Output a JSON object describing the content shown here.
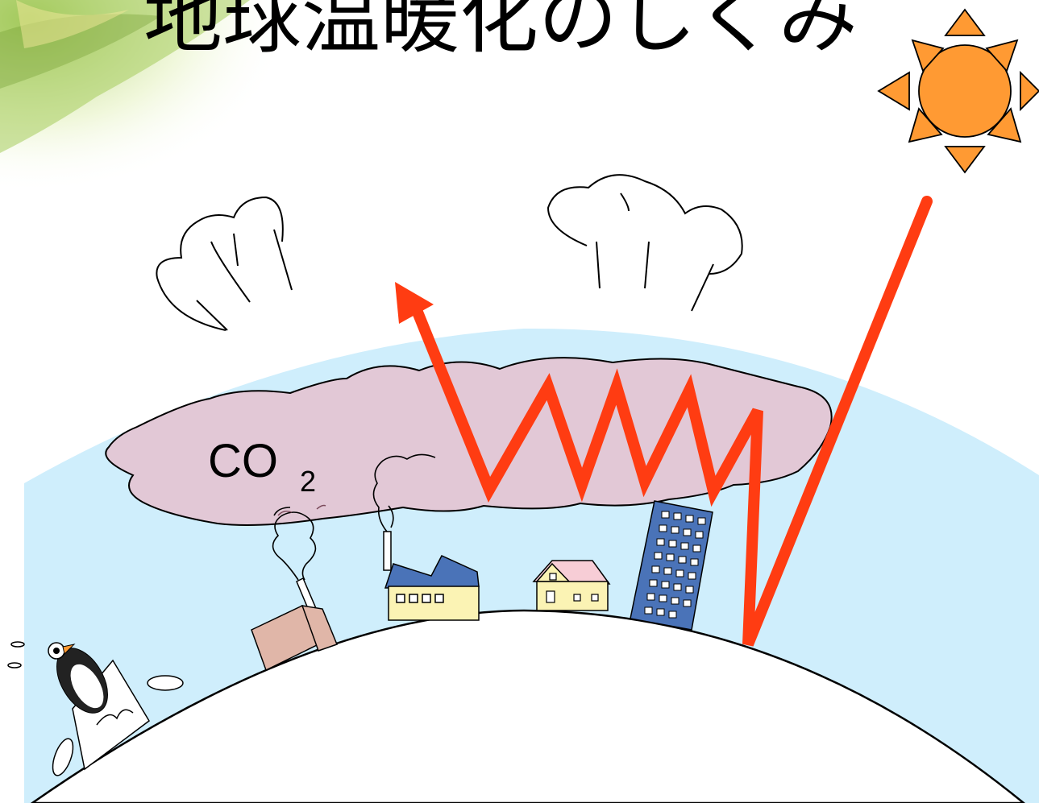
{
  "slide": {
    "title": "地球温暖化のしくみ"
  },
  "labels": {
    "co2_main": "CO",
    "co2_subscript": "2"
  },
  "colors": {
    "sky_band": "#cfeefc",
    "co2_cloud": "#e2c8d6",
    "heat_arrow": "#ff3c12",
    "sun": "#ff9a33",
    "factory_roof": "#4a73b8",
    "factory_wall": "#fbf3b4",
    "house_roof": "#f7cdd6",
    "building": "#4a73b8",
    "chimney_box": "#e0b6a8",
    "green_texture": "#b7d77a"
  },
  "icons": [
    "sun-icon",
    "penguin-icon",
    "factory-icon",
    "house-icon",
    "building-icon",
    "chimney-icon",
    "cloud-icon",
    "smoke-icon"
  ]
}
